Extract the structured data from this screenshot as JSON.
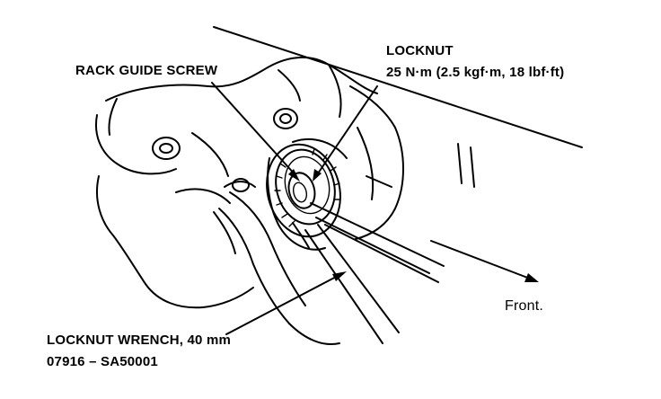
{
  "labels": {
    "rack_guide_screw": "RACK GUIDE SCREW",
    "locknut": "LOCKNUT",
    "torque": "25 N·m (2.5 kgf·m, 18 lbf·ft)",
    "front": "Front.",
    "wrench": "LOCKNUT WRENCH, 40 mm",
    "part_number": "07916 – SA50001"
  },
  "colors": {
    "ink": "#000000",
    "paper": "#ffffff"
  }
}
